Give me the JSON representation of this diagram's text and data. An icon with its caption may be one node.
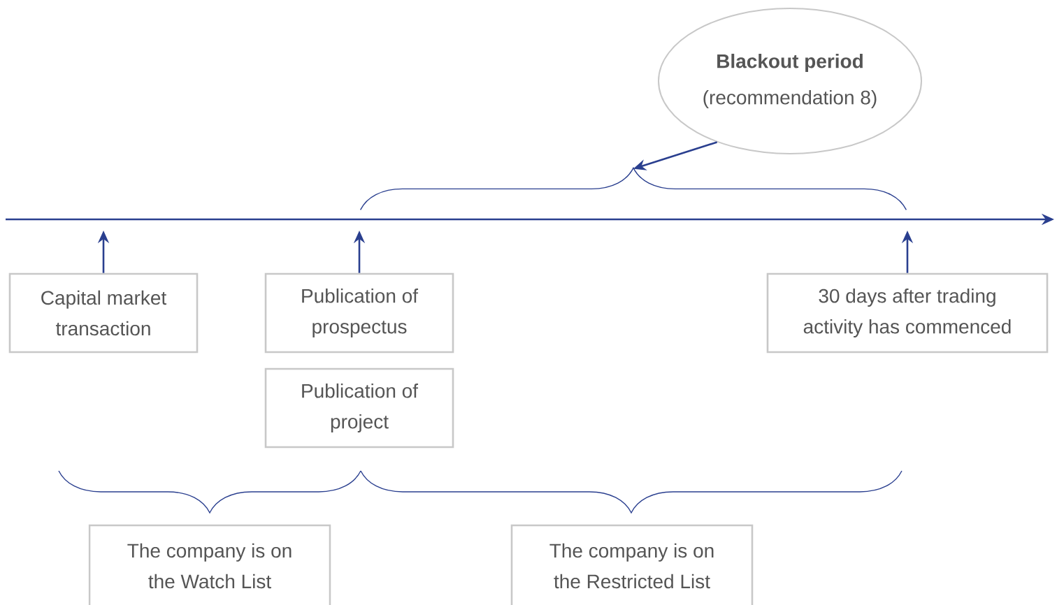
{
  "diagram": {
    "nodes": [
      {
        "text": [
          "Blackout period",
          "(recommendation 8)"
        ]
      },
      {
        "text": [],
        "shape": "brace"
      },
      {
        "text": [
          "Capital market transaction"
        ]
      },
      {
        "text": [
          "Publication of prospectus"
        ]
      },
      {
        "text": [
          "30 days after trading activity has commenced"
        ]
      },
      {
        "text": [
          "Publication of project"
        ]
      },
      {
        "text": [
          "The company is on the Watch List"
        ]
      },
      {
        "text": [
          "The company is on the Restricted List"
        ]
      }
    ],
    "edges": [
      {
        "from": 0,
        "to": 1,
        "arrow": "to"
      },
      {
        "from": 2,
        "to": null,
        "arrow": "to"
      },
      {
        "from": 3,
        "to": null,
        "arrow": "to"
      },
      {
        "from": 4,
        "to": null,
        "arrow": "to"
      }
    ]
  }
}
